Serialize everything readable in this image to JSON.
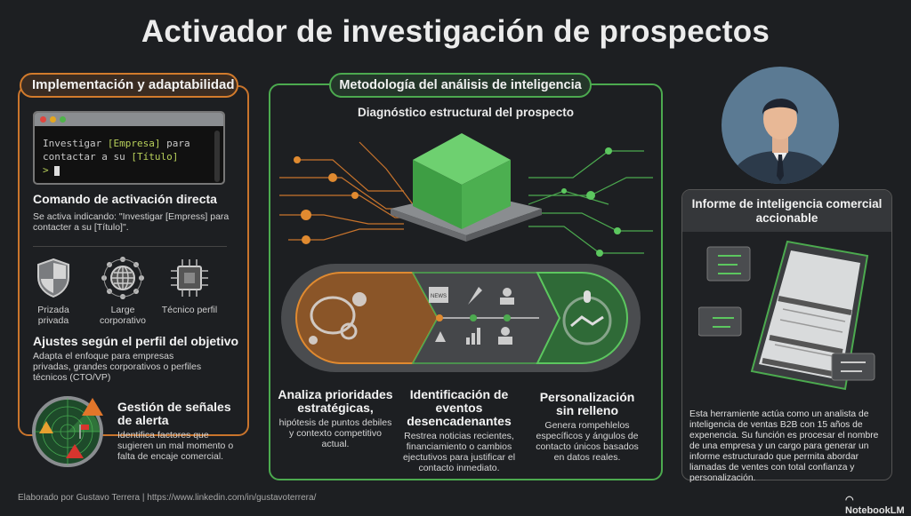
{
  "title": "Activador de investigación de prospectos",
  "left": {
    "header": "Implementación y adaptabilidad",
    "terminal": {
      "line1_a": "Investigar ",
      "line1_b": "[Empresa]",
      "line1_c": " para",
      "line2_a": "contactar a su ",
      "line2_b": "[Título]",
      "prompt": ">"
    },
    "command_title": "Comando de activación directa",
    "command_desc": "Se activa indicando: \"Investigar [Empress] para contacter a su [Título]\".",
    "profiles": [
      {
        "icon": "shield-icon",
        "label": "Prizada privada"
      },
      {
        "icon": "globe-network-icon",
        "label": "Large corporativo"
      },
      {
        "icon": "chip-icon",
        "label": "Técnico perfil"
      }
    ],
    "adjust_title": "Ajustes según el perfil del objetivo",
    "adjust_desc": "Adapta el enfoque para empresas privadas, grandes corporativos o perfiles técnicos (CTO/VP)",
    "alerts_title": "Gestión de señales de alerta",
    "alerts_desc": "Identifica factores que sugieren un mal momento o falta de encaje comercial."
  },
  "center": {
    "header": "Metodología del análisis de inteligencia",
    "subtitle": "Diagnóstico estructural del prospecto",
    "news_label": "NEWS",
    "columns": [
      {
        "title": "Analiza prioridades estratégicas,",
        "desc": "hipótesis de puntos debiles y contexto competitivo actual."
      },
      {
        "title": "Identificación de eventos desencadenantes",
        "desc": "Restrea noticias recientes, financiamiento o cambios ejectutivos para justificar el contacto inmediato."
      },
      {
        "title": "Personalización sin relleno",
        "desc": "Genera rompehlelos específicos y ángulos de contacto únicos basados en datos reales."
      }
    ]
  },
  "right": {
    "header": "Informe de inteligencia comercial accionable",
    "desc": "Esta herramiente actúa como un analista de inteligencia de ventas B2B con 15 años de expenencia. Su función es procesar el nombre de una empresa y un cargo para generar un informe estructurado que permita abordar liamadas de ventes con total confianza y personalización."
  },
  "footer": "Elaborado por Gustavo Terrera | https://www.linkedin.com/in/gustavoterrera/",
  "brand": "NotebookLM",
  "colors": {
    "orange": "#d27b2c",
    "green": "#4caa4f",
    "background": "#1d1f22"
  }
}
